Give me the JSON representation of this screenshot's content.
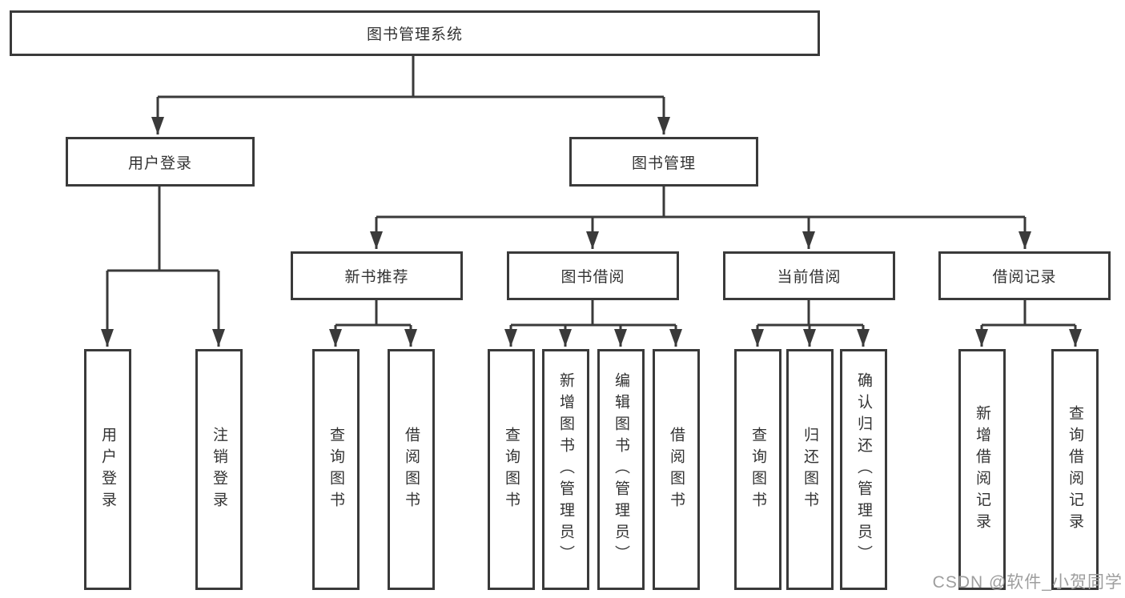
{
  "colors": {
    "line": "#3a3a3a",
    "box_border": "#3a3a3a",
    "text": "#333333",
    "watermark_text": "#9e9e9e",
    "background": "#ffffff"
  },
  "root": {
    "label": "图书管理系统"
  },
  "level2": {
    "user_login": {
      "label": "用户登录"
    },
    "book_management": {
      "label": "图书管理"
    }
  },
  "user_login_children": [
    {
      "label": "用户登录"
    },
    {
      "label": "注销登录"
    }
  ],
  "sections": [
    {
      "label": "新书推荐",
      "children": [
        {
          "label": "查询图书"
        },
        {
          "label": "借阅图书"
        }
      ]
    },
    {
      "label": "图书借阅",
      "children": [
        {
          "label": "查询图书"
        },
        {
          "label": "新增图书（管理员）"
        },
        {
          "label": "编辑图书（管理员）"
        },
        {
          "label": "借阅图书"
        }
      ]
    },
    {
      "label": "当前借阅",
      "children": [
        {
          "label": "查询图书"
        },
        {
          "label": "归还图书"
        },
        {
          "label": "确认归还（管理员）"
        }
      ]
    },
    {
      "label": "借阅记录",
      "children": [
        {
          "label": "新增借阅记录"
        },
        {
          "label": "查询借阅记录"
        }
      ]
    }
  ],
  "watermark": {
    "text": "CSDN @软件_小贺同学"
  }
}
